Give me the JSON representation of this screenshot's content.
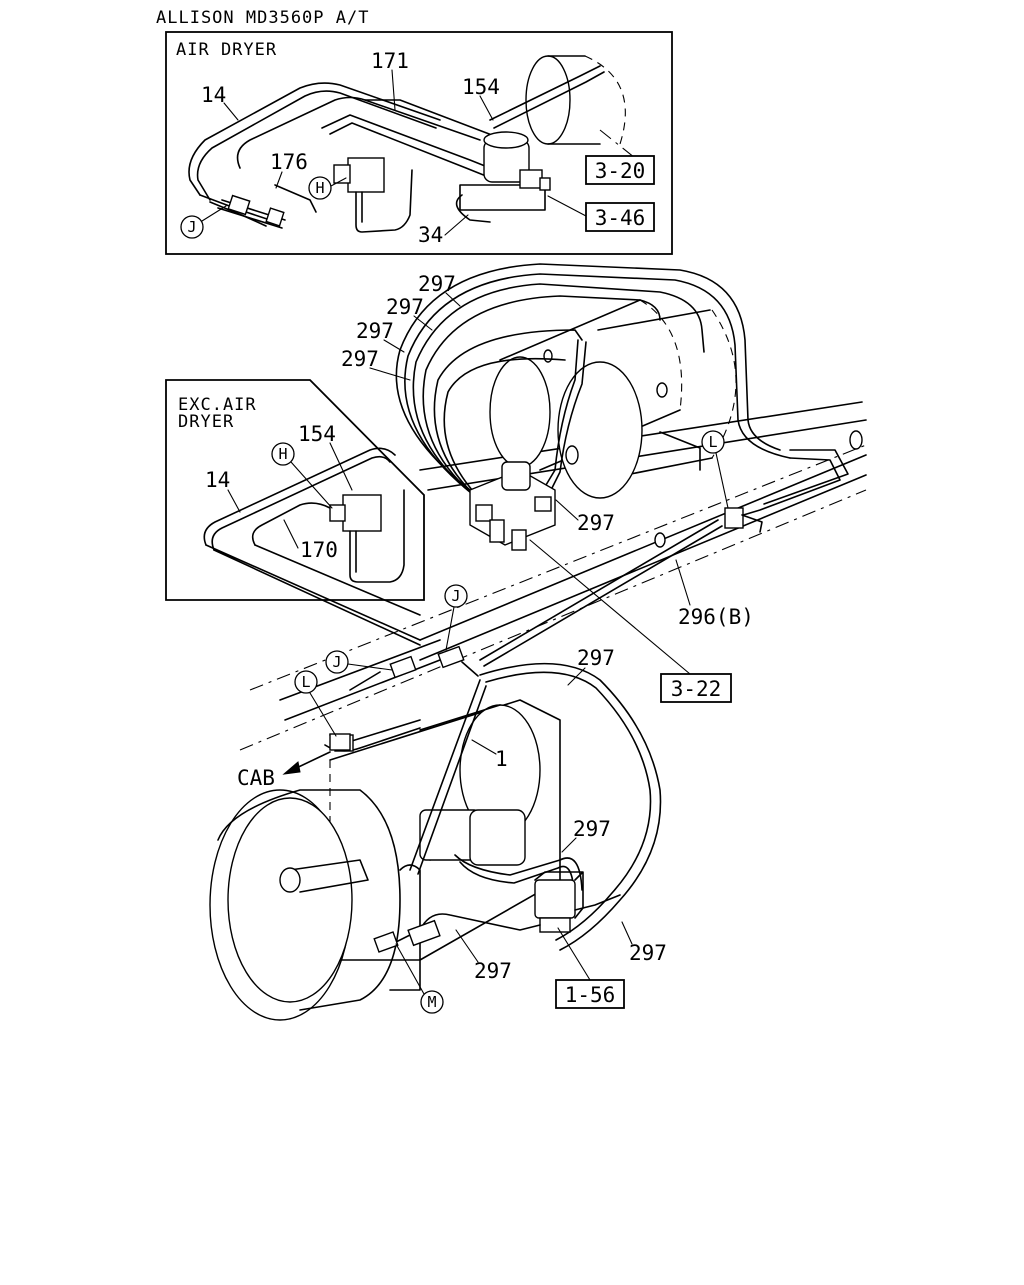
{
  "title": "ALLISON MD3560P A/T",
  "panels": {
    "air_dryer": {
      "header": "AIR DRYER"
    },
    "exc_air_dryer": {
      "header_line1": "EXC.AIR",
      "header_line2": "DRYER"
    }
  },
  "part_labels": {
    "p171": "171",
    "p154_top": "154",
    "p14_top": "14",
    "p176": "176",
    "p34": "34",
    "p297_a": "297",
    "p297_b": "297",
    "p297_c": "297",
    "p297_d": "297",
    "p297_e": "297",
    "p154_mid": "154",
    "p14_mid": "14",
    "p170": "170",
    "p296b": "296(B)",
    "p297_f": "297",
    "p1": "1",
    "p297_g": "297",
    "p297_h": "297",
    "p297_i": "297"
  },
  "references": {
    "r320": "3-20",
    "r346": "3-46",
    "r322": "3-22",
    "r156": "1-56"
  },
  "callouts": {
    "H_top": "H",
    "J_top": "J",
    "H_mid": "H",
    "L_right": "L",
    "J_a": "J",
    "J_b": "J",
    "L_left": "L",
    "M": "M"
  },
  "direction_label": "CAB"
}
